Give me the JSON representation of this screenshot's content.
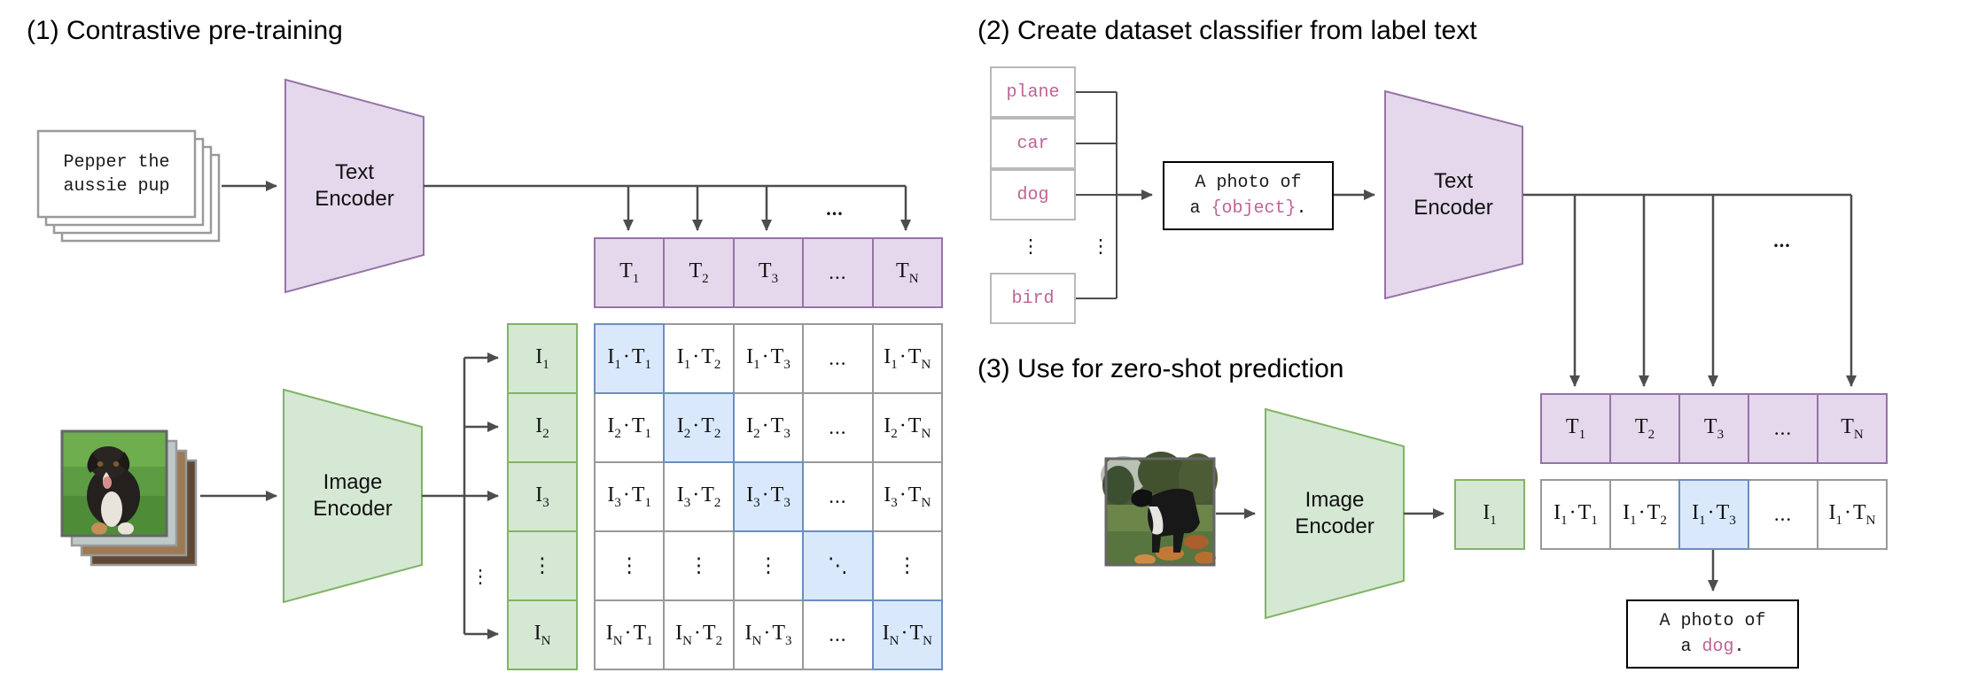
{
  "titles": {
    "t1": "(1) Contrastive pre-training",
    "t2": "(2) Create dataset classifier from label text",
    "t3": "(3) Use for zero-shot prediction"
  },
  "encoders": {
    "text_line1": "Text",
    "text_line2": "Encoder",
    "image_line1": "Image",
    "image_line2": "Encoder"
  },
  "caption": {
    "line1": "Pepper the",
    "line2": "aussie pup"
  },
  "class_labels": [
    "plane",
    "car",
    "dog",
    "bird"
  ],
  "prompts": {
    "template": {
      "line1": "A photo of",
      "pre": "a ",
      "obj": "{object}",
      "post": "."
    },
    "result": {
      "line1": "A photo of",
      "pre": "a ",
      "obj": "dog",
      "post": "."
    }
  },
  "letters": {
    "img": "I",
    "txt": "T"
  },
  "glyphs": {
    "dot": "·",
    "hdots": "...",
    "vdots": "⋮",
    "ddots": "⋱"
  },
  "embeddings": {
    "t_row": [
      {
        "m": "T",
        "s": "1"
      },
      {
        "m": "T",
        "s": "2"
      },
      {
        "m": "T",
        "s": "3"
      },
      {
        "d": "h"
      },
      {
        "m": "T",
        "s": "N"
      }
    ],
    "i_col": [
      {
        "m": "I",
        "s": "1"
      },
      {
        "m": "I",
        "s": "2"
      },
      {
        "m": "I",
        "s": "3"
      },
      {
        "d": "v"
      },
      {
        "m": "I",
        "s": "N"
      }
    ],
    "i1": {
      "m": "I",
      "s": "1"
    },
    "matrix": [
      [
        {
          "p": [
            "1",
            "1"
          ],
          "hl": 1
        },
        {
          "p": [
            "1",
            "2"
          ]
        },
        {
          "p": [
            "1",
            "3"
          ]
        },
        {
          "d": "h"
        },
        {
          "p": [
            "1",
            "N"
          ]
        }
      ],
      [
        {
          "p": [
            "2",
            "1"
          ]
        },
        {
          "p": [
            "2",
            "2"
          ],
          "hl": 1
        },
        {
          "p": [
            "2",
            "3"
          ]
        },
        {
          "d": "h"
        },
        {
          "p": [
            "2",
            "N"
          ]
        }
      ],
      [
        {
          "p": [
            "3",
            "1"
          ]
        },
        {
          "p": [
            "3",
            "2"
          ]
        },
        {
          "p": [
            "3",
            "3"
          ],
          "hl": 1
        },
        {
          "d": "h"
        },
        {
          "p": [
            "3",
            "N"
          ]
        }
      ],
      [
        {
          "d": "v"
        },
        {
          "d": "v"
        },
        {
          "d": "v"
        },
        {
          "d": "diag",
          "hl": 1
        },
        {
          "d": "v"
        }
      ],
      [
        {
          "p": [
            "N",
            "1"
          ]
        },
        {
          "p": [
            "N",
            "2"
          ]
        },
        {
          "p": [
            "N",
            "3"
          ]
        },
        {
          "d": "h"
        },
        {
          "p": [
            "N",
            "N"
          ],
          "hl": 1
        }
      ]
    ],
    "zero_row": [
      {
        "p": [
          "1",
          "1"
        ]
      },
      {
        "p": [
          "1",
          "2"
        ]
      },
      {
        "p": [
          "1",
          "3"
        ],
        "hl": 1
      },
      {
        "d": "h"
      },
      {
        "p": [
          "1",
          "N"
        ]
      }
    ]
  },
  "colors": {
    "line": "#4D4D4D",
    "purpleFill": "#E5D8EC",
    "purpleStroke": "#9673A6",
    "greenFill": "#D5E8D4",
    "greenStroke": "#82B366",
    "blueFill": "#DAE8FC",
    "blueStroke": "#6C8EBF",
    "grid": "#999999",
    "labelStroke": "#B9B9B9",
    "pink": "#BE6398",
    "photoBorder": "#666666",
    "pageBorder": "#9A9A9A"
  }
}
